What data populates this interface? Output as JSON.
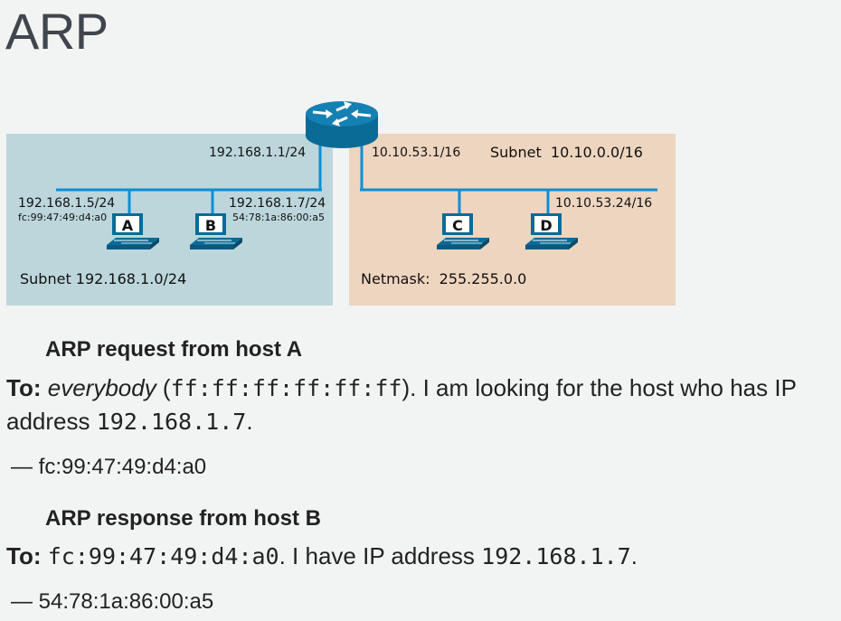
{
  "title": "ARP",
  "network": {
    "router_left_ip": "192.168.1.1/24",
    "router_right_ip": "10.10.53.1/16",
    "left_subnet": {
      "label": "Subnet 192.168.1.0/24",
      "color": "#bcd6dc",
      "hosts": [
        {
          "name": "A",
          "ip": "192.168.1.5/24",
          "mac": "fc:99:47:49:d4:a0"
        },
        {
          "name": "B",
          "ip": "192.168.1.7/24",
          "mac": "54:78:1a:86:00:a5"
        }
      ]
    },
    "right_subnet": {
      "label": "Subnet  10.10.0.0/16",
      "netmask": "Netmask:  255.255.0.0",
      "color": "#eed5bf",
      "hosts": [
        {
          "name": "C"
        },
        {
          "name": "D",
          "ip": "10.10.53.24/16"
        }
      ]
    },
    "cable_color": "#0b8fd6",
    "device_color": "#0a6b96"
  },
  "request": {
    "heading": "ARP request from host A",
    "to_label": "To:",
    "to_name": "everybody",
    "open_paren": " (",
    "to_addr": "ff:ff:ff:ff:ff:ff",
    "close_text": "). I am looking for the host who has IP address ",
    "ip": "192.168.1.7",
    "end": ".",
    "signature": "— fc:99:47:49:d4:a0"
  },
  "response": {
    "heading": "ARP response from host B",
    "to_label": "To:",
    "to_addr": "fc:99:47:49:d4:a0",
    "mid_text": ". I have IP address ",
    "ip": "192.168.1.7",
    "end": ".",
    "signature": "— 54:78:1a:86:00:a5"
  }
}
